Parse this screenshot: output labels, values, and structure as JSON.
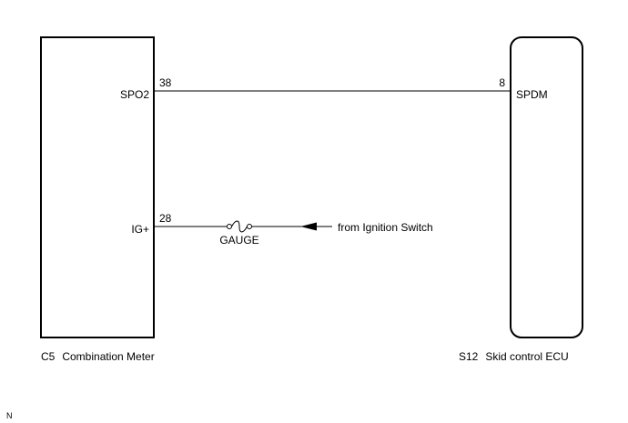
{
  "components": {
    "left": {
      "code": "C5",
      "name": "Combination Meter"
    },
    "right": {
      "code": "S12",
      "name": "Skid control ECU"
    }
  },
  "signal_wire": {
    "left_terminal": "SPO2",
    "left_pin": "38",
    "right_pin": "8",
    "right_terminal": "SPDM"
  },
  "power_wire": {
    "terminal": "IG+",
    "pin": "28",
    "fuse_label": "GAUGE",
    "source_label": "from Ignition Switch"
  },
  "corner_mark": "N"
}
